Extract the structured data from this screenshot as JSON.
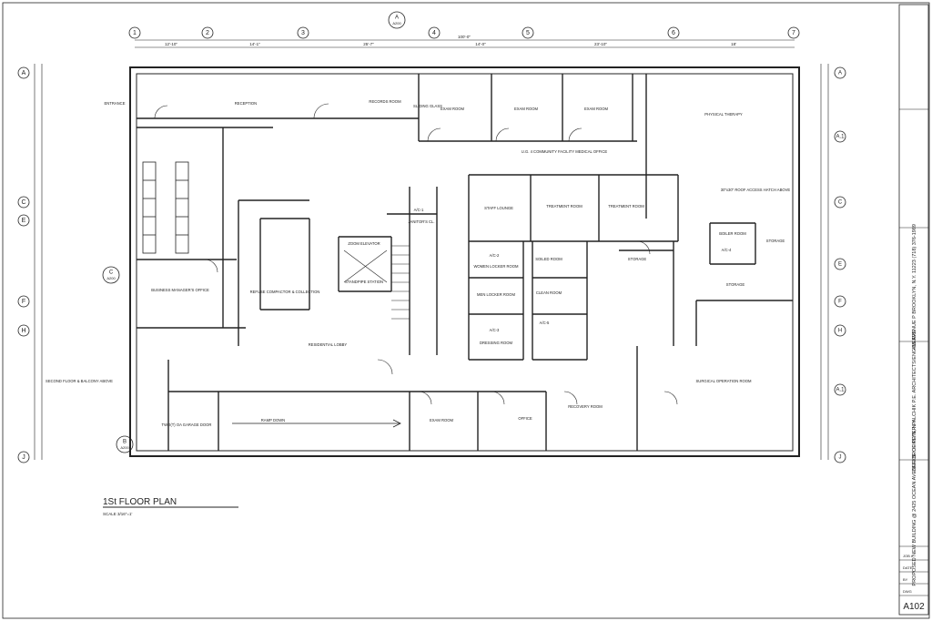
{
  "plan": {
    "title": "1St FLOOR PLAN",
    "scale": "SCALE 3/16\"=1'",
    "overall_dim": "100'-0\""
  },
  "grid_cols": [
    "1",
    "2",
    "3",
    "4",
    "5",
    "6",
    "7"
  ],
  "grid_rows_left": [
    "A",
    "C",
    "E",
    "F",
    "H",
    "J"
  ],
  "grid_rows_right": [
    "A",
    "A.1",
    "C",
    "E",
    "F",
    "H",
    "A.1",
    "J"
  ],
  "top_dims": [
    "12'-10\"",
    "14'-1\"",
    "25'-7\"",
    "14'-0\"",
    "23'-10\"",
    "18'"
  ],
  "section_tags": [
    {
      "id": "A",
      "sheet": "A200"
    },
    {
      "id": "C",
      "sheet": "A200"
    },
    {
      "id": "B",
      "sheet": "A200"
    }
  ],
  "rooms": {
    "entrance": "ENTRANCE",
    "reception": "RECEPTION",
    "records": "RECORDS ROOM",
    "sliding_glass": "SLIDING GLASS",
    "exam1": "EXAM ROOM",
    "exam2": "EXAM ROOM",
    "exam3": "EXAM ROOM",
    "physical_therapy": "PHYSICAL THERAPY",
    "uscf": "U.G. 4 COMMUNITY FACILITY MEDICAL OFFICE",
    "staff_lounge": "STAFF LOUNGE",
    "treatment1": "TREATMENT ROOM",
    "treatment2": "TREATMENT ROOM",
    "hatch": "30\"x30\" ROOF ACCESS HATCH ABOVE",
    "boiler": "BOILER ROOM",
    "storage1": "STORAGE",
    "storage2": "STORAGE",
    "storage3": "STORAGE",
    "janitor": "JANITOR'S CL.",
    "elevator": "ZOOM ELEVATOR",
    "standpipe": "STANDPIPE STATION",
    "refuse": "REFUSE COMPACTOR & COLLECTION",
    "business": "BUSINESS MANAGER'S OFFICE",
    "residential_lobby": "RESIDENTIAL LOBBY",
    "women_locker": "WOMEN LOCKER ROOM",
    "men_locker": "MEN LOCKER ROOM",
    "dressing": "DRESSING ROOM",
    "soiled": "SOILED ROOM",
    "clean": "CLEAN ROOM",
    "recovery": "RECOVERY ROOM",
    "surgical": "SURGICAL OPERATION ROOM",
    "exam4": "EXAM ROOM",
    "office": "OFFICE",
    "ramp": "RAMP DOWN",
    "garage": "TWO(T) OA GARAGE DOOR",
    "second_floor": "SECOND FLOOR & BALCONY ABOVE",
    "ac1": "A/C-1",
    "ac2": "A/C-2",
    "ac3": "A/C-3",
    "ac4": "A/C-4",
    "ac5": "A/C-5"
  },
  "title_block": {
    "address": "415 AVENUE P BROOKLYN, N.Y. 11223 (718) 376-1989",
    "firm": "OFFICE OF PETER PALCHIK P.E. ARCHITECTS/ENGINEERS",
    "project": "PROPOSED NEW BUILDING @ 2425 OCEAN AVENUE BROOKLYN, N.Y.",
    "sheet_no": "A102",
    "fields": [
      "JOB #",
      "DATE",
      "BY",
      "DWG"
    ]
  }
}
